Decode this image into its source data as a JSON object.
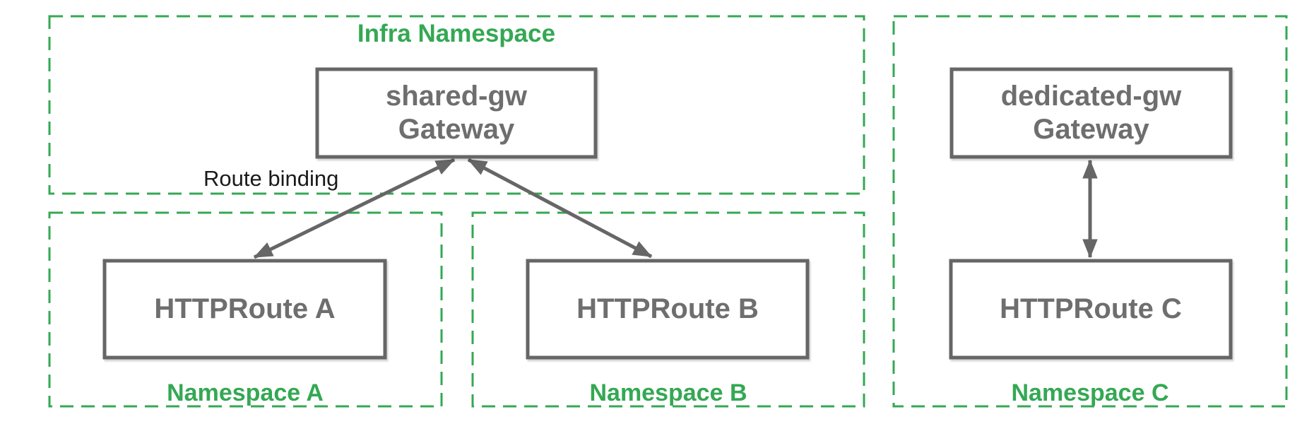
{
  "colors": {
    "green": "#34A853",
    "gray_border": "#666666",
    "gray_text": "#6E6E6E",
    "black_text": "#1A1A1A",
    "background": "#FFFFFF"
  },
  "infra_namespace": {
    "label": "Infra Namespace",
    "gateway": {
      "name": "shared-gw",
      "type": "Gateway"
    }
  },
  "namespace_a": {
    "label": "Namespace A",
    "route": "HTTPRoute A"
  },
  "namespace_b": {
    "label": "Namespace B",
    "route": "HTTPRoute B"
  },
  "namespace_c": {
    "label": "Namespace C",
    "gateway": {
      "name": "dedicated-gw",
      "type": "Gateway"
    },
    "route": "HTTPRoute C"
  },
  "annotations": {
    "route_binding": "Route binding"
  }
}
